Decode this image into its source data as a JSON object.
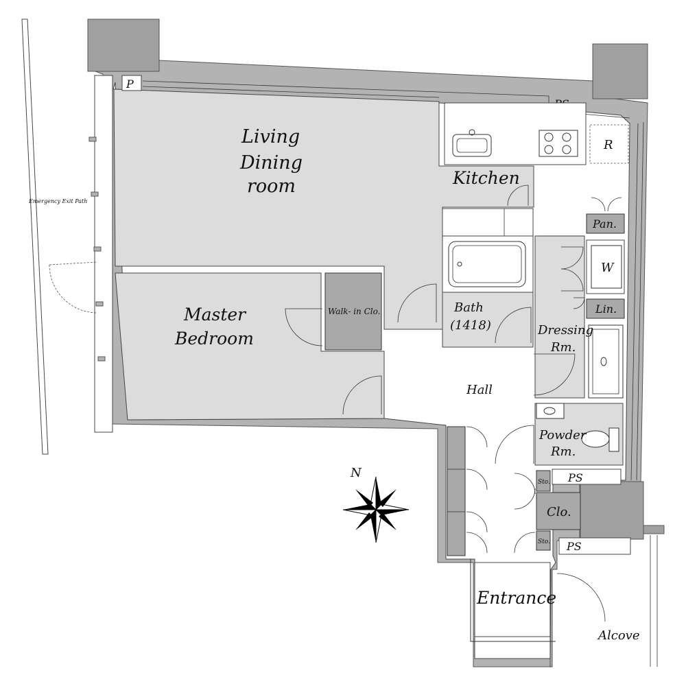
{
  "labels": {
    "living_1": "Living",
    "living_2": "Dining",
    "living_3": "room",
    "kitchen": "Kitchen",
    "master_1": "Master",
    "master_2": "Bedroom",
    "walk_in": "Walk- in Clo.",
    "bath_1": "Bath",
    "bath_2": "(1418)",
    "dressing_1": "Dressing",
    "dressing_2": "Rm.",
    "hall": "Hall",
    "powder_1": "Powder",
    "powder_2": "Rm.",
    "entrance": "Entrance",
    "alcove": "Alcove",
    "ps_top": "PS",
    "ps_mid": "PS",
    "ps_bottom": "PS",
    "p": "P",
    "r": "R",
    "pan": "Pan.",
    "w": "W",
    "lin": "Lin.",
    "clo": "Clo.",
    "sto_1": "Sto.",
    "sto_2": "Sto.",
    "emergency": "Emergency Exit Path",
    "north": "N"
  },
  "colors": {
    "room_fill": "#dcdcdc",
    "wall_fill": "#b3b3b3",
    "closet_fill": "#a9a9a9",
    "column_fill": "#a0a0a0"
  }
}
